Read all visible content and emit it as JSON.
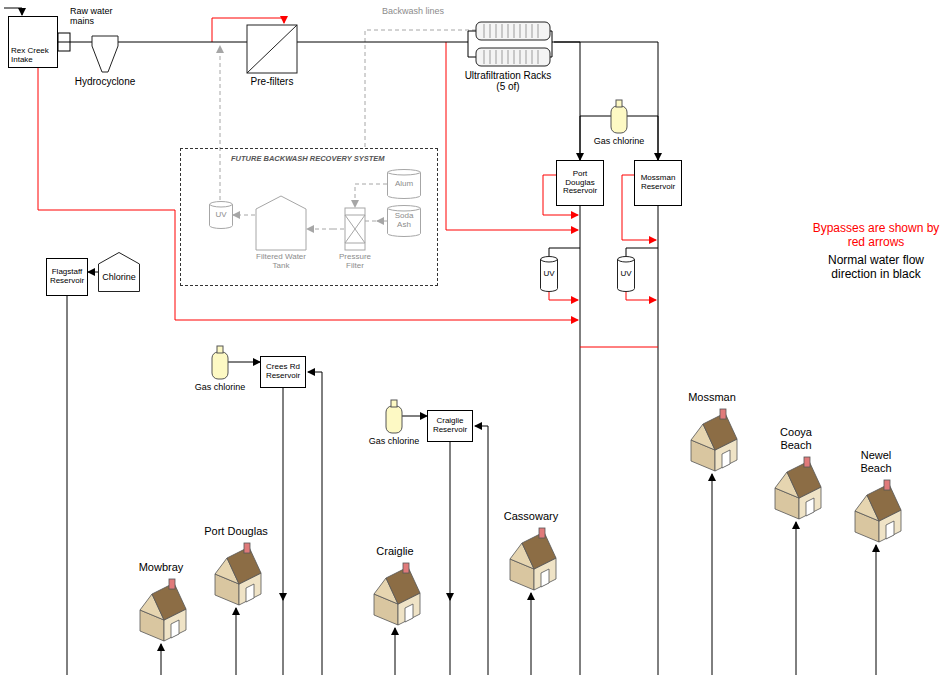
{
  "diagram": {
    "nodes": [
      {
        "text": [
          "Rex Creek Intake"
        ]
      },
      {
        "text": [
          "Hydrocyclone"
        ]
      },
      {
        "text": [
          "Pre-filters"
        ]
      },
      {
        "text": [
          "Ultrafiltration Racks (5 of)"
        ]
      },
      {
        "text": [
          "FUTURE BACKWASH RECOVERY SYSTEM"
        ]
      },
      {
        "text": [
          "Alum"
        ],
        "in": 4
      },
      {
        "text": [
          "Soda Ash"
        ],
        "in": 4
      },
      {
        "text": [
          "Pressure Filter"
        ],
        "in": 4
      },
      {
        "text": [
          "Filtered Water Tank"
        ],
        "in": 4
      },
      {
        "text": [
          "UV"
        ],
        "in": 4
      },
      {
        "text": [
          "Gas chlorine"
        ]
      },
      {
        "text": [
          "Port Douglas Reservoir"
        ]
      },
      {
        "text": [
          "Mossman Reservoir"
        ]
      },
      {
        "text": [
          "UV"
        ]
      },
      {
        "text": [
          "UV"
        ]
      },
      {
        "text": [
          "Chlorine"
        ]
      },
      {
        "text": [
          "Flagstaff Reservoir"
        ]
      },
      {
        "text": [
          "Gas chlorine"
        ]
      },
      {
        "text": [
          "Crees Rd Reservoir"
        ]
      },
      {
        "text": [
          "Gas chlorine"
        ]
      },
      {
        "text": [
          "Craiglie Reservoir"
        ]
      },
      {
        "text": [
          "Mowbray"
        ]
      },
      {
        "text": [
          "Port Douglas"
        ]
      },
      {
        "text": [
          "Craiglie"
        ]
      },
      {
        "text": [
          "Cassowary"
        ]
      },
      {
        "text": [
          "Mossman"
        ]
      },
      {
        "text": [
          "Cooya Beach"
        ]
      },
      {
        "text": [
          "Newel Beach"
        ]
      }
    ],
    "edges": [
      {
        "from": 0,
        "to": 1,
        "arrow": "none"
      },
      {
        "from": 1,
        "to": 2,
        "arrow": "none"
      },
      {
        "from": 2,
        "to": 3,
        "arrow": "none"
      },
      {
        "from": 3,
        "to": 11,
        "arrow": "none"
      },
      {
        "from": 3,
        "to": 12,
        "arrow": "none"
      },
      {
        "from": 10,
        "to": 11,
        "arrow": "to"
      },
      {
        "from": 10,
        "to": 12,
        "arrow": "to"
      },
      {
        "from": 5,
        "to": 7,
        "arrow": "to"
      },
      {
        "from": 6,
        "to": 7,
        "arrow": "to"
      },
      {
        "from": 7,
        "to": 8,
        "arrow": "to"
      },
      {
        "from": 8,
        "to": 9,
        "arrow": "to"
      },
      {
        "from": 15,
        "to": 16,
        "arrow": "to"
      },
      {
        "from": 17,
        "to": 18,
        "arrow": "to"
      },
      {
        "from": 19,
        "to": 20,
        "arrow": "to"
      }
    ],
    "labels": [
      "Raw water mains",
      "Backwash lines",
      "Bypasses are shown by red arrows",
      "Normal water flow direction in black"
    ]
  }
}
